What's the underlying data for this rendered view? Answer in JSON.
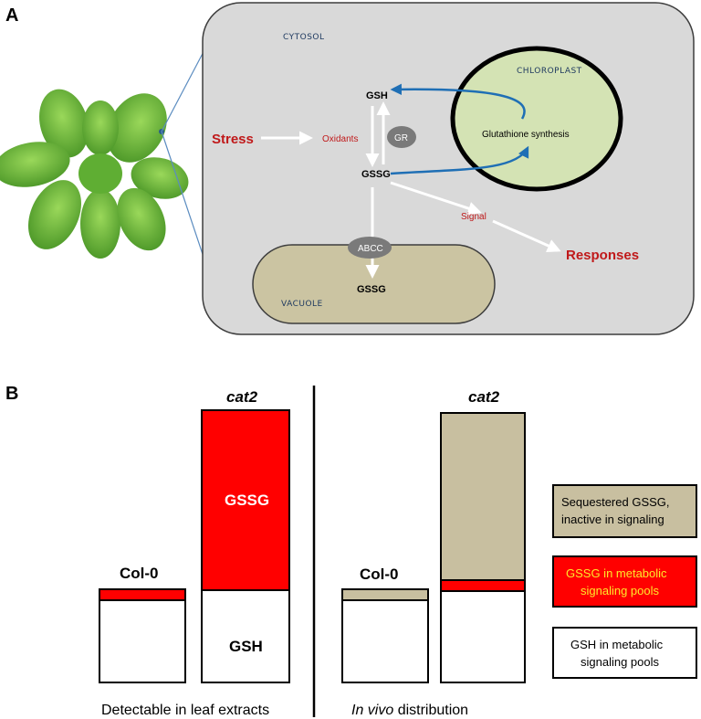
{
  "panel_a": {
    "label": "A",
    "cytosol": "CYTOSOL",
    "chloroplast": "CHLOROPLAST",
    "vacuole": "VACUOLE",
    "gsh": "GSH",
    "gssg": "GSSG",
    "gssg_vacuole": "GSSG",
    "gr": "GR",
    "abcc": "ABCC",
    "glutathione_synthesis": "Glutathione synthesis",
    "stress": "Stress",
    "oxidants": "Oxidants",
    "signal": "Signal",
    "responses": "Responses"
  },
  "panel_b": {
    "label": "B",
    "left": {
      "col0_label": "Col-0",
      "cat2_label": "cat2",
      "gssg_label": "GSSG",
      "gsh_label": "GSH",
      "caption": "Detectable in leaf extracts"
    },
    "right": {
      "col0_label": "Col-0",
      "cat2_label": "cat2",
      "caption_italic": "In vivo",
      "caption_rest": " distribution"
    },
    "legend": [
      {
        "line1": "Sequestered GSSG,",
        "line2": "inactive in signaling",
        "color": "#c8bfa0"
      },
      {
        "line1": "GSSG in  metabolic",
        "line2": "signaling pools",
        "color": "#ff0000"
      },
      {
        "line1": "GSH in metabolic",
        "line2": "signaling pools",
        "color": "#ffffff"
      }
    ]
  },
  "colors": {
    "cell": "#d9d9d9",
    "chloroplast": "#d4e3b4",
    "vacuole": "#cbc4a2",
    "gssg_red": "#ff0000",
    "sequestered": "#c8bfa0",
    "blue_arrow": "#1f6fb5",
    "leaf_green": "#6ab83a"
  }
}
